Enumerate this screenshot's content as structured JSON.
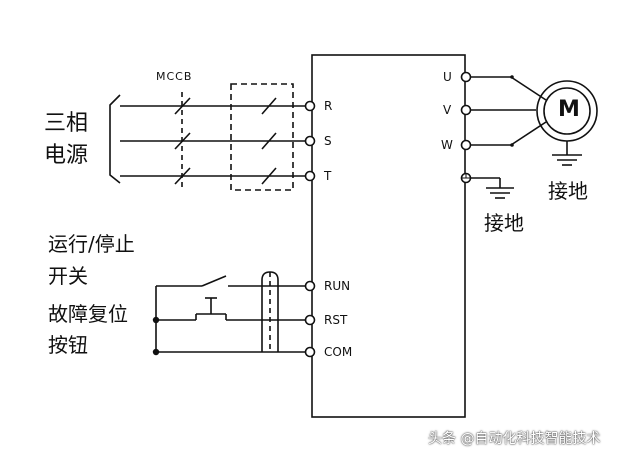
{
  "labels": {
    "three_phase_power": [
      "三相",
      "电源"
    ],
    "mccb": "MCCB",
    "input_terminals": [
      "R",
      "S",
      "T"
    ],
    "output_terminals": [
      "U",
      "V",
      "W"
    ],
    "control_terminals": [
      "RUN",
      "RST",
      "COM"
    ],
    "run_stop_switch": [
      "运行/停止",
      "开关"
    ],
    "fault_reset_button": [
      "故障复位",
      "按钮"
    ],
    "motor": "M",
    "ground_motor": "接地",
    "ground_inverter": "接地",
    "watermark": "头条 @自动化科技智能技术"
  },
  "colors": {
    "line": "#111111",
    "background": "#ffffff"
  }
}
